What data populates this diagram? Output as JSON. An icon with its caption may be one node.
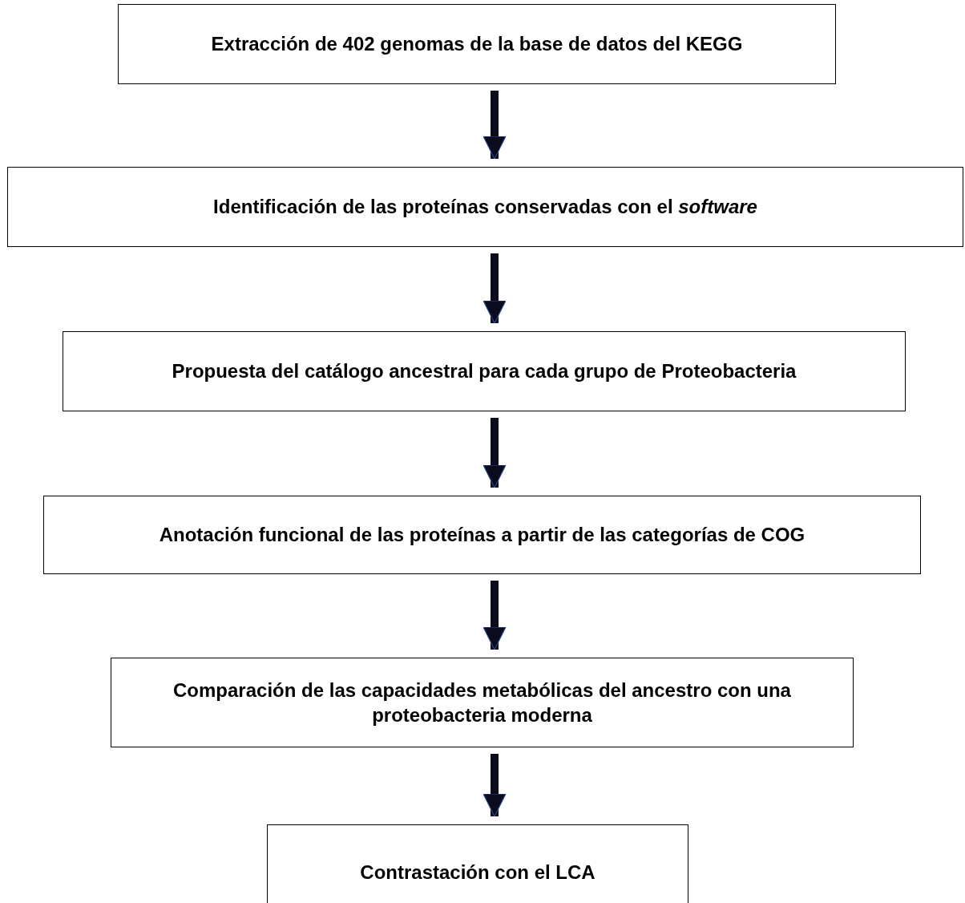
{
  "diagram": {
    "nodes": [
      {
        "text": [
          "Extracción de 402 genomas de la base de datos del KEGG"
        ]
      },
      {
        "text": [
          "Identificación de las proteínas conservadas con el *software*"
        ]
      },
      {
        "text": [
          "Propuesta del catálogo ancestral para cada grupo de Proteobacteria"
        ]
      },
      {
        "text": [
          "Anotación funcional de las proteínas a partir de las categorías de COG"
        ]
      },
      {
        "text": [
          "Comparación de las capacidades metabólicas del ancestro con una proteobacteria moderna"
        ]
      },
      {
        "text": [
          "Contrastación con el LCA"
        ]
      }
    ],
    "edges": [
      {
        "from": 0,
        "to": 1,
        "arrow": "to"
      },
      {
        "from": 1,
        "to": 2,
        "arrow": "to"
      },
      {
        "from": 2,
        "to": 3,
        "arrow": "to"
      },
      {
        "from": 3,
        "to": 4,
        "arrow": "to"
      },
      {
        "from": 4,
        "to": 5,
        "arrow": "to"
      }
    ]
  }
}
